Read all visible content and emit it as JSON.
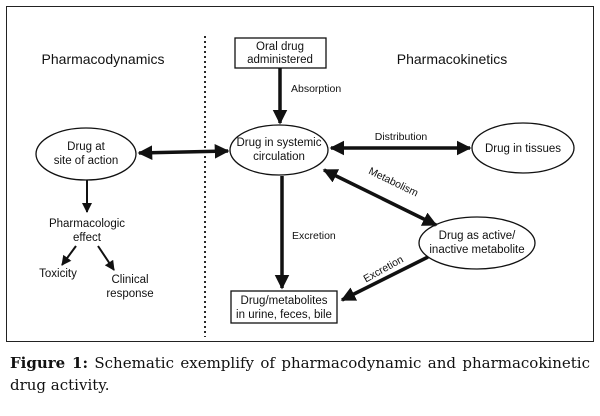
{
  "sections": {
    "left": "Pharmacodynamics",
    "right": "Pharmacokinetics"
  },
  "nodes": {
    "oral_drug": [
      "Oral drug",
      "administered"
    ],
    "systemic": [
      "Drug in systemic",
      "circulation"
    ],
    "tissues": [
      "Drug in tissues"
    ],
    "site_of_action": [
      "Drug at",
      "site of action"
    ],
    "metabolite": [
      "Drug as active/",
      "inactive metabolite"
    ],
    "excreted": [
      "Drug/metabolites",
      "in urine, feces, bile"
    ],
    "effect": [
      "Pharmacologic",
      "effect"
    ],
    "toxicity": [
      "Toxicity"
    ],
    "clinical": [
      "Clinical",
      "response"
    ]
  },
  "edges": {
    "absorption": "Absorption",
    "distribution": "Distribution",
    "metabolism": "Metabolism",
    "excretion": "Excretion",
    "excretion2": "Excretion"
  },
  "caption": {
    "label": "Figure 1:",
    "text": "Schematic exemplify of pharmacodynamic and pharmacokinetic drug activity."
  }
}
